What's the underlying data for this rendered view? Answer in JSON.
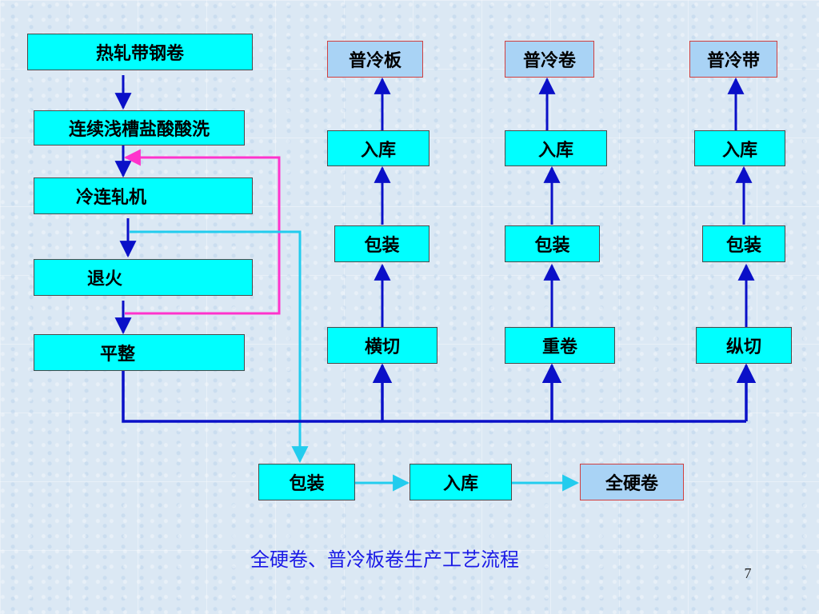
{
  "left_chain": {
    "hot_rolled": "热轧带钢卷",
    "pickling": "连续浅槽盐酸酸洗",
    "cold_mill": "冷连轧机",
    "annealing": "退火",
    "leveling": "平整"
  },
  "column_sheet": {
    "product": "普冷板",
    "storage": "入库",
    "packing": "包装",
    "process": "横切"
  },
  "column_coil": {
    "product": "普冷卷",
    "storage": "入库",
    "packing": "包装",
    "process": "重卷"
  },
  "column_strip": {
    "product": "普冷带",
    "storage": "入库",
    "packing": "包装",
    "process": "纵切"
  },
  "bottom_chain": {
    "packing": "包装",
    "storage": "入库",
    "product": "全硬卷"
  },
  "caption": "全硬卷、普冷板卷生产工艺流程",
  "page_number": "7",
  "colors": {
    "process_box": "#00ffff",
    "product_box": "#a9d3f5",
    "main_arrow": "#0a10c8",
    "loop_arrow": "#ff33cc",
    "bypass_arrow": "#22ccee"
  }
}
